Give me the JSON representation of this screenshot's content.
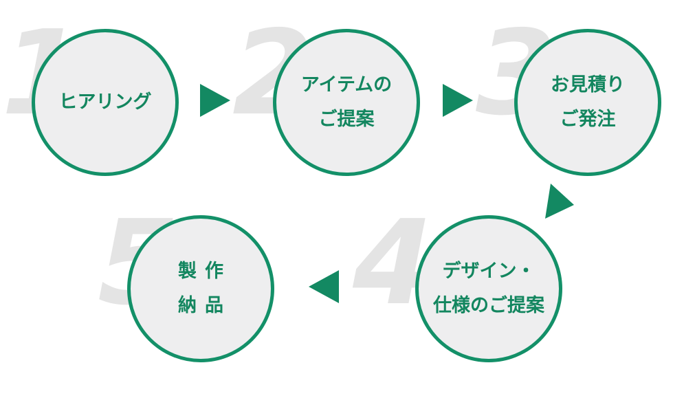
{
  "colors": {
    "circle_border": "#139068",
    "circle_fill": "#eeeeef",
    "label_text": "#13865f",
    "arrow": "#138962",
    "number_watermark": "#e4e4e4"
  },
  "steps": [
    {
      "number": "1",
      "lines": [
        "ヒアリング"
      ]
    },
    {
      "number": "2",
      "lines": [
        "アイテムの",
        "ご提案"
      ]
    },
    {
      "number": "3",
      "lines": [
        "お見積り",
        "ご発注"
      ]
    },
    {
      "number": "4",
      "lines": [
        "デザイン・",
        "仕様のご提案"
      ]
    },
    {
      "number": "5",
      "lines": [
        "製作",
        "納品"
      ]
    }
  ],
  "arrows": [
    {
      "from": "1",
      "to": "2",
      "direction": "right"
    },
    {
      "from": "2",
      "to": "3",
      "direction": "right"
    },
    {
      "from": "3",
      "to": "4",
      "direction": "down-right"
    },
    {
      "from": "4",
      "to": "5",
      "direction": "left"
    }
  ]
}
